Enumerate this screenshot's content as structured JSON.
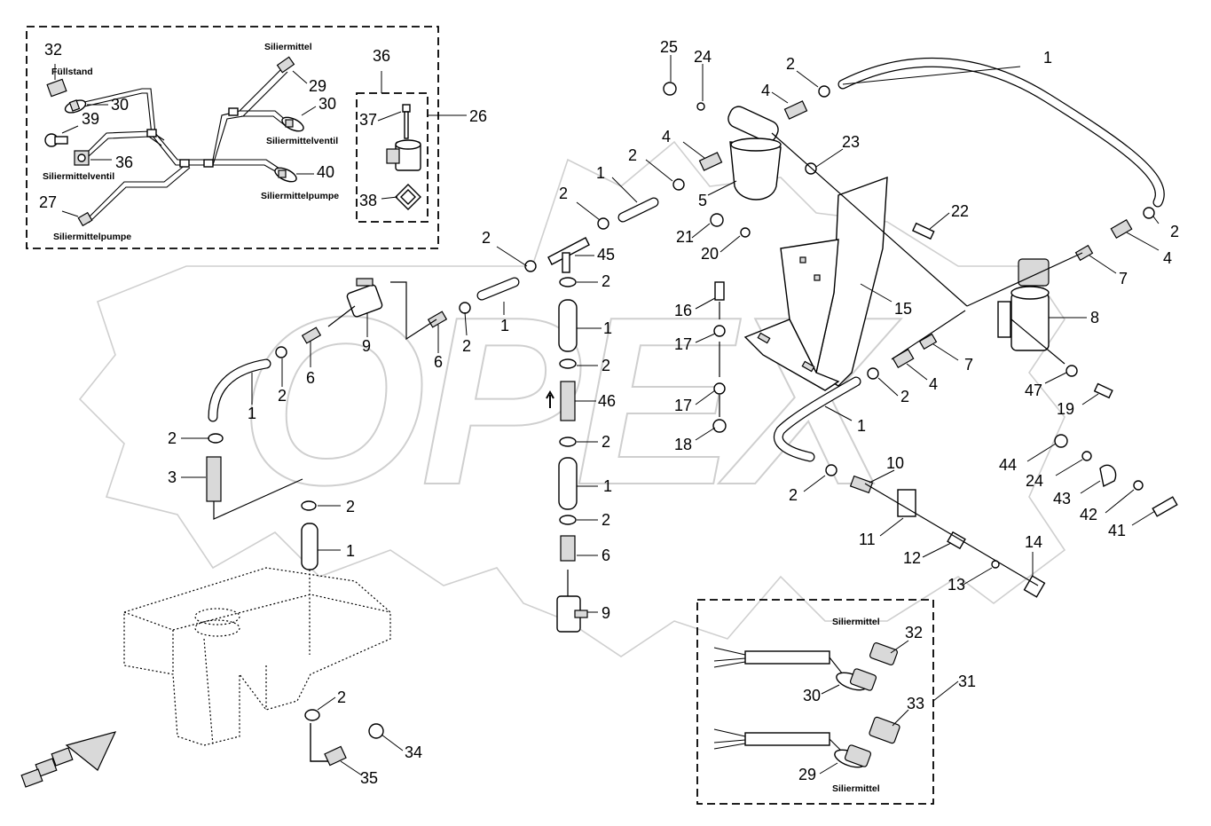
{
  "watermark": "OPEX",
  "callouts": [
    {
      "id": "c32a",
      "text": "32"
    },
    {
      "id": "c30a",
      "text": "30"
    },
    {
      "id": "c39",
      "text": "39"
    },
    {
      "id": "c36a",
      "text": "36"
    },
    {
      "id": "c27",
      "text": "27"
    },
    {
      "id": "c29a",
      "text": "29"
    },
    {
      "id": "c30b",
      "text": "30"
    },
    {
      "id": "c40",
      "text": "40"
    },
    {
      "id": "c36b",
      "text": "36"
    },
    {
      "id": "c37",
      "text": "37"
    },
    {
      "id": "c38",
      "text": "38"
    },
    {
      "id": "c26",
      "text": "26"
    },
    {
      "id": "c25",
      "text": "25"
    },
    {
      "id": "c24a",
      "text": "24"
    },
    {
      "id": "c2a",
      "text": "2"
    },
    {
      "id": "c4a",
      "text": "4"
    },
    {
      "id": "c1a",
      "text": "1"
    },
    {
      "id": "c4b",
      "text": "4"
    },
    {
      "id": "c2b",
      "text": "2"
    },
    {
      "id": "c23",
      "text": "23"
    },
    {
      "id": "c5",
      "text": "5"
    },
    {
      "id": "c1b",
      "text": "1"
    },
    {
      "id": "c2c",
      "text": "2"
    },
    {
      "id": "c22",
      "text": "22"
    },
    {
      "id": "c21",
      "text": "21"
    },
    {
      "id": "c20",
      "text": "20"
    },
    {
      "id": "c2d",
      "text": "2"
    },
    {
      "id": "c4c",
      "text": "4"
    },
    {
      "id": "c7a",
      "text": "7"
    },
    {
      "id": "c8",
      "text": "8"
    },
    {
      "id": "c15",
      "text": "15"
    },
    {
      "id": "c2e",
      "text": "2"
    },
    {
      "id": "c45",
      "text": "45"
    },
    {
      "id": "c2f",
      "text": "2"
    },
    {
      "id": "c1c",
      "text": "1"
    },
    {
      "id": "c2g",
      "text": "2"
    },
    {
      "id": "c46",
      "text": "46"
    },
    {
      "id": "c2h",
      "text": "2"
    },
    {
      "id": "c1d",
      "text": "1"
    },
    {
      "id": "c2i",
      "text": "2"
    },
    {
      "id": "c6a",
      "text": "6"
    },
    {
      "id": "c9a",
      "text": "9"
    },
    {
      "id": "c9b",
      "text": "9"
    },
    {
      "id": "c6b",
      "text": "6"
    },
    {
      "id": "c2j",
      "text": "2"
    },
    {
      "id": "c1e",
      "text": "1"
    },
    {
      "id": "c6c",
      "text": "6"
    },
    {
      "id": "c2k",
      "text": "2"
    },
    {
      "id": "c1f",
      "text": "1"
    },
    {
      "id": "c2l",
      "text": "2"
    },
    {
      "id": "c3",
      "text": "3"
    },
    {
      "id": "c2m",
      "text": "2"
    },
    {
      "id": "c1g",
      "text": "1"
    },
    {
      "id": "c16",
      "text": "16"
    },
    {
      "id": "c17a",
      "text": "17"
    },
    {
      "id": "c17b",
      "text": "17"
    },
    {
      "id": "c18",
      "text": "18"
    },
    {
      "id": "c7b",
      "text": "7"
    },
    {
      "id": "c4d",
      "text": "4"
    },
    {
      "id": "c2n",
      "text": "2"
    },
    {
      "id": "c47",
      "text": "47"
    },
    {
      "id": "c19",
      "text": "19"
    },
    {
      "id": "c1h",
      "text": "1"
    },
    {
      "id": "c2o",
      "text": "2"
    },
    {
      "id": "c10",
      "text": "10"
    },
    {
      "id": "c11",
      "text": "11"
    },
    {
      "id": "c12",
      "text": "12"
    },
    {
      "id": "c13",
      "text": "13"
    },
    {
      "id": "c14",
      "text": "14"
    },
    {
      "id": "c44",
      "text": "44"
    },
    {
      "id": "c24b",
      "text": "24"
    },
    {
      "id": "c43",
      "text": "43"
    },
    {
      "id": "c42",
      "text": "42"
    },
    {
      "id": "c41",
      "text": "41"
    },
    {
      "id": "c2p",
      "text": "2"
    },
    {
      "id": "c34",
      "text": "34"
    },
    {
      "id": "c35",
      "text": "35"
    },
    {
      "id": "c32b",
      "text": "32"
    },
    {
      "id": "c30c",
      "text": "30"
    },
    {
      "id": "c31",
      "text": "31"
    },
    {
      "id": "c33",
      "text": "33"
    },
    {
      "id": "c29b",
      "text": "29"
    }
  ],
  "labels": {
    "fuellstand": "Füllstand",
    "siliermittelventil_left": "Siliermittelventil",
    "siliermittelpumpe_left": "Siliermittelpumpe",
    "siliermittel_top": "Siliermittel",
    "siliermittelventil_right": "Siliermittelventil",
    "siliermittelpumpe_right": "Siliermittelpumpe",
    "siliermittel_box_top": "Siliermittel",
    "siliermittel_box_bottom": "Siliermittel"
  }
}
